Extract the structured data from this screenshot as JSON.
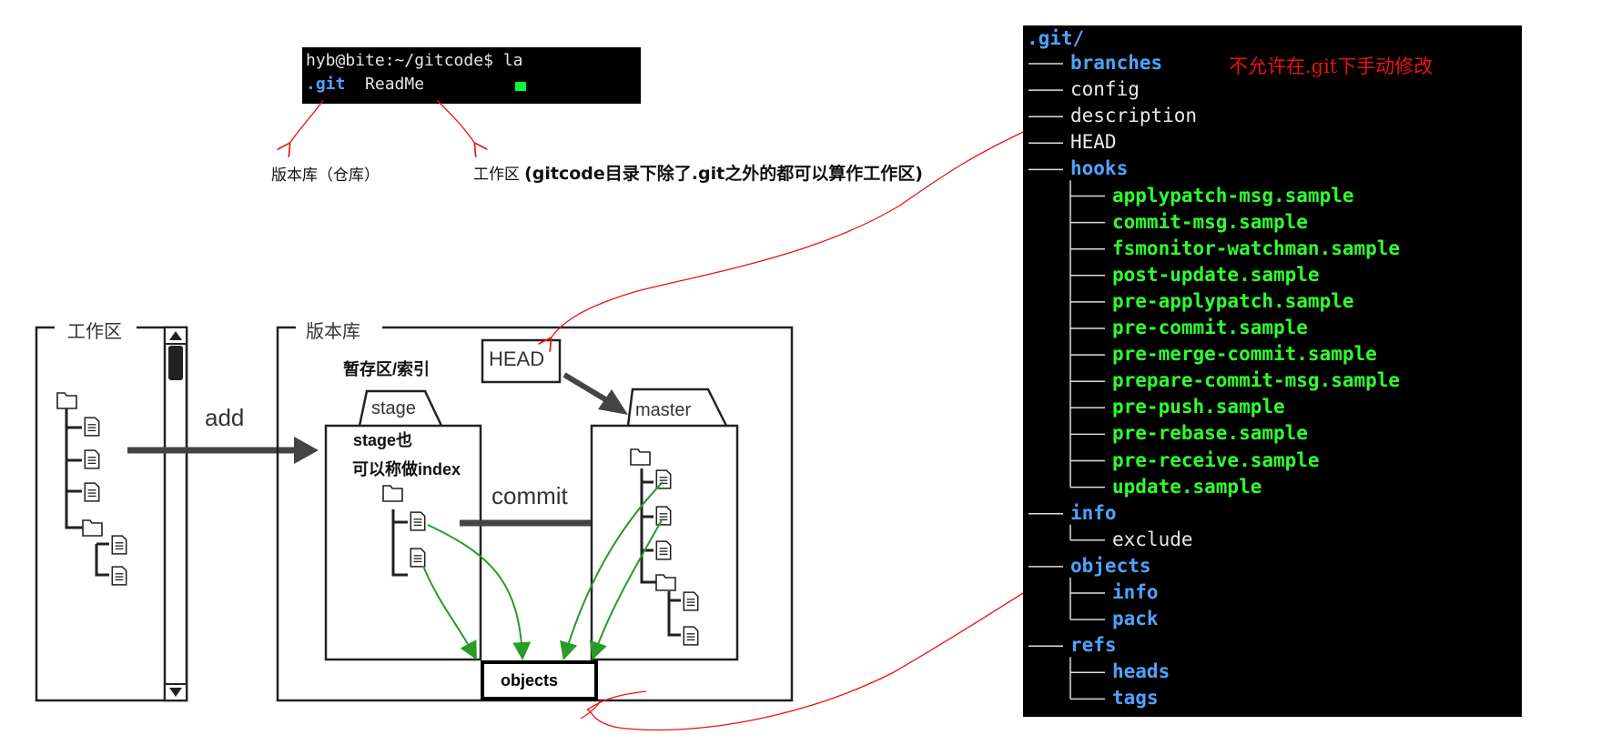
{
  "terminal": {
    "prompt": "hyb@bite:~/gitcode$ la",
    "entry_git": ".git",
    "entry_readme": "ReadMe"
  },
  "labels": {
    "repository": "版本库（仓库）",
    "workspace_prefix": "工作区",
    "workspace_note": "(gitcode目录下除了.git之外的都可以算作工作区)"
  },
  "diagram": {
    "workspace_title": "工作区",
    "repo_title": "版本库",
    "add": "add",
    "commit": "commit",
    "head": "HEAD",
    "stage_tab": "stage",
    "stage_caption": "暂存区/索引",
    "stage_note_1": "stage也",
    "stage_note_2": "可以称做index",
    "master_tab": "master",
    "objects": "objects"
  },
  "tree": {
    "root": ".git/",
    "note": "不允许在.git下手动修改",
    "items": [
      {
        "name": "branches",
        "style": "blue",
        "level": 1
      },
      {
        "name": "config",
        "style": "white",
        "level": 1
      },
      {
        "name": "description",
        "style": "white",
        "level": 1
      },
      {
        "name": "HEAD",
        "style": "white",
        "level": 1
      },
      {
        "name": "hooks",
        "style": "blue",
        "level": 1
      },
      {
        "name": "applypatch-msg.sample",
        "style": "green",
        "level": 2
      },
      {
        "name": "commit-msg.sample",
        "style": "green",
        "level": 2
      },
      {
        "name": "fsmonitor-watchman.sample",
        "style": "green",
        "level": 2
      },
      {
        "name": "post-update.sample",
        "style": "green",
        "level": 2
      },
      {
        "name": "pre-applypatch.sample",
        "style": "green",
        "level": 2
      },
      {
        "name": "pre-commit.sample",
        "style": "green",
        "level": 2
      },
      {
        "name": "pre-merge-commit.sample",
        "style": "green",
        "level": 2
      },
      {
        "name": "prepare-commit-msg.sample",
        "style": "green",
        "level": 2
      },
      {
        "name": "pre-push.sample",
        "style": "green",
        "level": 2
      },
      {
        "name": "pre-rebase.sample",
        "style": "green",
        "level": 2
      },
      {
        "name": "pre-receive.sample",
        "style": "green",
        "level": 2
      },
      {
        "name": "update.sample",
        "style": "green",
        "level": 2
      },
      {
        "name": "info",
        "style": "blue",
        "level": 1
      },
      {
        "name": "exclude",
        "style": "white",
        "level": 2
      },
      {
        "name": "objects",
        "style": "blue",
        "level": 1
      },
      {
        "name": "info",
        "style": "blue",
        "level": 2
      },
      {
        "name": "pack",
        "style": "blue",
        "level": 2
      },
      {
        "name": "refs",
        "style": "blue",
        "level": 1
      },
      {
        "name": "heads",
        "style": "blue",
        "level": 2
      },
      {
        "name": "tags",
        "style": "blue",
        "level": 2
      }
    ]
  },
  "colors": {
    "annotation_red": "#ee1111",
    "annotation_green": "#2a9a2a",
    "tree_blue": "#4fa3ff",
    "tree_green": "#2fff2f"
  }
}
